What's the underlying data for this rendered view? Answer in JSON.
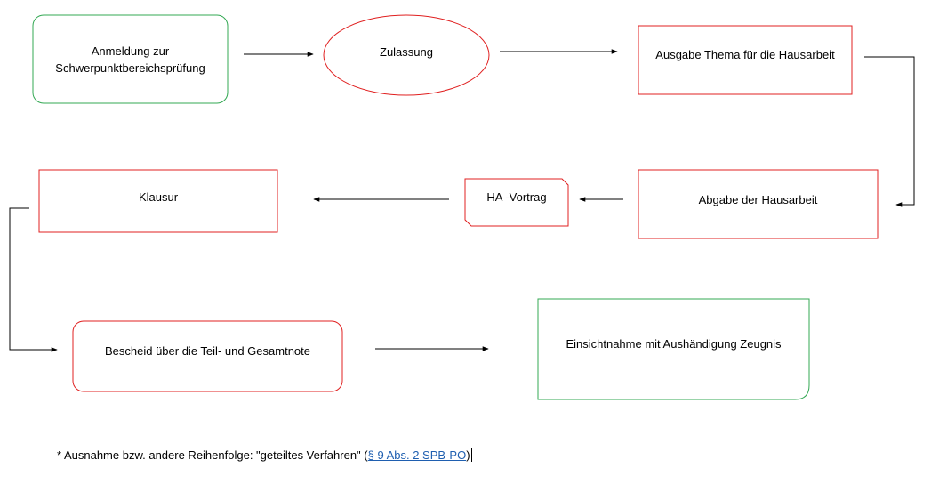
{
  "colors": {
    "green": "#33a853",
    "red": "#e02020",
    "line": "#000000",
    "link": "#1f5fb0"
  },
  "nodes": {
    "anmeldung": {
      "label": "Anmeldung zur\nSchwerpunktbereichsprüfung",
      "shape": "rounded-rectangle",
      "color": "green"
    },
    "zulassung": {
      "label": "Zulassung",
      "shape": "ellipse",
      "color": "red"
    },
    "ausgabe": {
      "label": "Ausgabe Thema für die Hausarbeit",
      "shape": "rectangle",
      "color": "red"
    },
    "abgabe": {
      "label": "Abgabe der Hausarbeit",
      "shape": "rectangle",
      "color": "red"
    },
    "ha_vortrag": {
      "label": "HA -Vortrag",
      "shape": "snipped-corner-rectangle",
      "color": "red"
    },
    "klausur": {
      "label": "Klausur",
      "shape": "rectangle",
      "color": "red"
    },
    "bescheid": {
      "label": "Bescheid über die Teil- und Gesamtnote",
      "shape": "rounded-rectangle",
      "color": "red"
    },
    "einsichtnahme": {
      "label": "Einsichtnahme mit Aushändigung Zeugnis",
      "shape": "one-rounded-corner-rectangle",
      "color": "green"
    }
  },
  "edges": [
    {
      "from": "anmeldung",
      "to": "zulassung"
    },
    {
      "from": "zulassung",
      "to": "ausgabe"
    },
    {
      "from": "ausgabe",
      "to": "abgabe"
    },
    {
      "from": "abgabe",
      "to": "ha_vortrag"
    },
    {
      "from": "ha_vortrag",
      "to": "klausur"
    },
    {
      "from": "klausur",
      "to": "bescheid"
    },
    {
      "from": "bescheid",
      "to": "einsichtnahme"
    }
  ],
  "footnote": {
    "prefix": "* Ausnahme bzw. andere Reihenfolge: \"geteiltes Verfahren\" (",
    "link_text": "§ 9 Abs. 2 SPB-PO",
    "suffix": ")"
  }
}
